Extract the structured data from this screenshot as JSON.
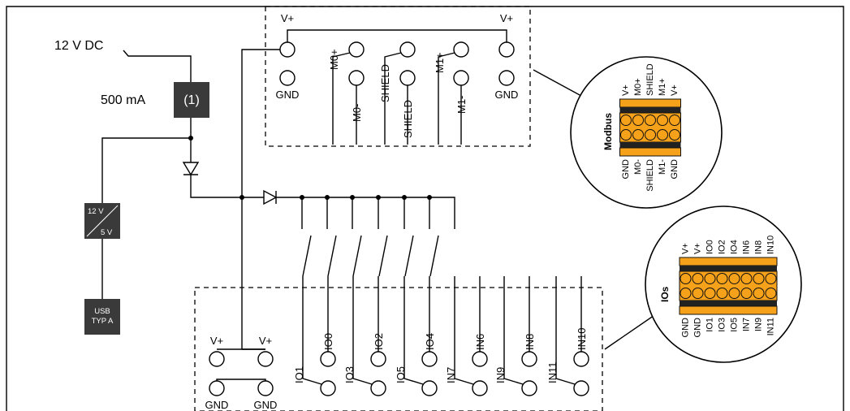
{
  "power": {
    "voltage": "12 V DC",
    "current": "500 mA",
    "fuse_label": "(1)"
  },
  "converter": {
    "top": "12 V",
    "bottom": "5 V"
  },
  "usb": {
    "line1": "USB",
    "line2": "TYP A"
  },
  "modbus_block": {
    "top_vplus_left": "V+",
    "top_vplus_right": "V+",
    "gnd_left": "GND",
    "gnd_right": "GND",
    "m0_plus": "M0+",
    "m0_minus": "M0-",
    "shield_upper": "SHIELD",
    "shield_lower": "SHIELD",
    "m1_plus": "M1+",
    "m1_minus": "M1-"
  },
  "io_block": {
    "vplus_left": "V+",
    "vplus_right": "V+",
    "gnd_left": "GND",
    "gnd_right": "GND",
    "top_labels": [
      "IO0",
      "IO2",
      "IO4",
      "IN6",
      "IN8",
      "IN10"
    ],
    "bottom_labels": [
      "IO1",
      "IO3",
      "IO5",
      "IN7",
      "IN9",
      "IN11"
    ]
  },
  "modbus_connector": {
    "title": "Modbus",
    "top_pins": [
      "V+",
      "M0+",
      "SHIELD",
      "M1+",
      "V+"
    ],
    "bottom_pins": [
      "GND",
      "M0-",
      "SHIELD",
      "M1-",
      "GND"
    ]
  },
  "io_connector": {
    "title": "IOs",
    "top_pins": [
      "V+",
      "V+",
      "IO0",
      "IO2",
      "IO4",
      "IN6",
      "IN8",
      "IN10"
    ],
    "bottom_pins": [
      "GND",
      "GND",
      "IO1",
      "IO3",
      "IO5",
      "IN7",
      "IN9",
      "IN11"
    ]
  },
  "colors": {
    "terminal_orange": "#f6a11a",
    "dark_box": "#3a3a3a"
  }
}
